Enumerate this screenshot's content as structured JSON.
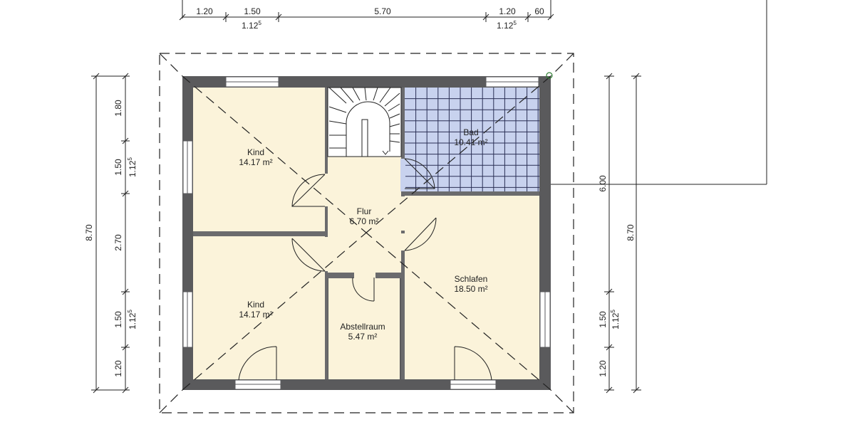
{
  "colors": {
    "wall": "#5a5a5c",
    "floor": "#fbf3da",
    "bath_tile": "#c8d2ee",
    "tile_grid": "#2a2f55",
    "line": "#222222"
  },
  "rooms": {
    "kind_top": {
      "name": "Kind",
      "area": "14.17 m²"
    },
    "kind_bottom": {
      "name": "Kind",
      "area": "14.17 m²"
    },
    "bad": {
      "name": "Bad",
      "area": "10.41 m²"
    },
    "flur": {
      "name": "Flur",
      "area": "6.70 m²"
    },
    "schlafen": {
      "name": "Schlafen",
      "area": "18.50 m²"
    },
    "abstellraum": {
      "name": "Abstellraum",
      "area": "5.47 m²"
    }
  },
  "dimensions": {
    "top_row": [
      "1.20",
      "1.50",
      "5.70",
      "1.20",
      "60"
    ],
    "top_sub": [
      {
        "main": "1.12",
        "sup": "5"
      },
      {
        "main": "1.12",
        "sup": "5"
      }
    ],
    "left_total": "8.70",
    "left_segments": [
      "1.80",
      "1.50",
      "2.70",
      "1.50",
      "1.20"
    ],
    "left_sub": [
      {
        "main": "1.12",
        "sup": "5"
      },
      {
        "main": "1.12",
        "sup": "5"
      }
    ],
    "right_mid": "6.00",
    "right_total": "8.70",
    "right_segments": [
      "1.50",
      "1.20"
    ],
    "right_sub": [
      {
        "main": "1.12",
        "sup": "5"
      }
    ]
  }
}
